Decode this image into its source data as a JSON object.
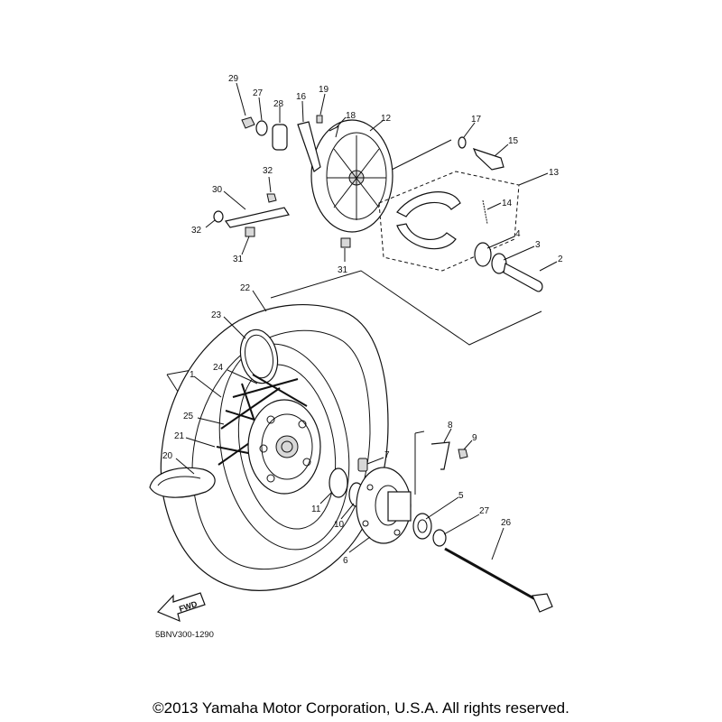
{
  "diagram": {
    "code": "5BNV300-1290",
    "fwd_label": "FWD",
    "callouts": [
      {
        "id": "1",
        "label": "1"
      },
      {
        "id": "2",
        "label": "2"
      },
      {
        "id": "3",
        "label": "3"
      },
      {
        "id": "4",
        "label": "4"
      },
      {
        "id": "5",
        "label": "5"
      },
      {
        "id": "6",
        "label": "6"
      },
      {
        "id": "7",
        "label": "7"
      },
      {
        "id": "8",
        "label": "8"
      },
      {
        "id": "9",
        "label": "9"
      },
      {
        "id": "10",
        "label": "10"
      },
      {
        "id": "11",
        "label": "11"
      },
      {
        "id": "12",
        "label": "12"
      },
      {
        "id": "13",
        "label": "13"
      },
      {
        "id": "14",
        "label": "14"
      },
      {
        "id": "15",
        "label": "15"
      },
      {
        "id": "16",
        "label": "16"
      },
      {
        "id": "17",
        "label": "17"
      },
      {
        "id": "18",
        "label": "18"
      },
      {
        "id": "19",
        "label": "19"
      },
      {
        "id": "20",
        "label": "20"
      },
      {
        "id": "21",
        "label": "21"
      },
      {
        "id": "22",
        "label": "22"
      },
      {
        "id": "23",
        "label": "23"
      },
      {
        "id": "24",
        "label": "24"
      },
      {
        "id": "25",
        "label": "25"
      },
      {
        "id": "26",
        "label": "26"
      },
      {
        "id": "27a",
        "label": "27"
      },
      {
        "id": "27b",
        "label": "27"
      },
      {
        "id": "28",
        "label": "28"
      },
      {
        "id": "29",
        "label": "29"
      },
      {
        "id": "30",
        "label": "30"
      },
      {
        "id": "31a",
        "label": "31"
      },
      {
        "id": "31b",
        "label": "31"
      },
      {
        "id": "32a",
        "label": "32"
      },
      {
        "id": "32b",
        "label": "32"
      }
    ]
  },
  "footer": {
    "copyright": "©2013 Yamaha Motor Corporation, U.S.A. All rights reserved."
  }
}
